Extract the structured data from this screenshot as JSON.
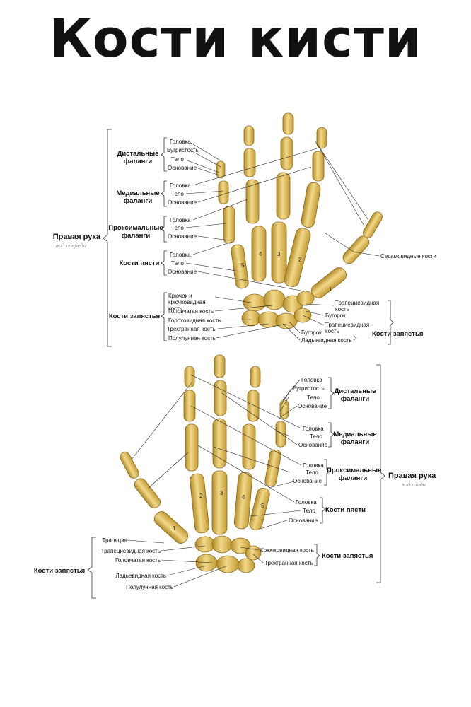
{
  "title": "Кости кисти",
  "colors": {
    "bone": "#e2c05a",
    "bone_dark": "#b38a26",
    "bone_light": "#f3de93",
    "line": "#222222"
  },
  "front": {
    "side_title": "Правая рука",
    "side_sub": "вид спереди",
    "distal": {
      "group": "Дистальные фаланги",
      "parts": [
        "Головка",
        "Бугристость",
        "Тело",
        "Основание"
      ]
    },
    "medial": {
      "group": "Медиальные фаланги",
      "parts": [
        "Головка",
        "Тело",
        "Основание"
      ]
    },
    "proximal": {
      "group": "Проксимальные фаланги",
      "parts": [
        "Головка",
        "Тело",
        "Основание"
      ]
    },
    "metacarpal": {
      "group": "Кости пясти",
      "parts": [
        "Головка",
        "Тело",
        "Основание"
      ]
    },
    "carpal": {
      "group": "Кости запястья",
      "parts": [
        "Крючок и крючковидная кость",
        "Головчатая кость",
        "Гороховидная кость",
        "Трехгранная кость",
        "Полулунная кость"
      ]
    },
    "right": {
      "sesamoid": "Сесамовидные кости",
      "trapezoid": "Трапециевидная кость",
      "tubercle": "Бугорок",
      "trapezium": "Трапециевидная кость",
      "group": "Кости запястья",
      "tubercle2": "Бугорок",
      "scaphoid": "Ладьевидная кость"
    },
    "numbers": [
      "1",
      "2",
      "3",
      "4",
      "5"
    ]
  },
  "back": {
    "side_title": "Правая рука",
    "side_sub": "вид сзади",
    "distal": {
      "group": "Дистальные фаланги",
      "parts": [
        "Головка",
        "Бугристость",
        "Тело",
        "Основание"
      ]
    },
    "medial": {
      "group": "Медиальные фаланги",
      "parts": [
        "Головка",
        "Тело",
        "Основание"
      ]
    },
    "proximal": {
      "group": "Проксимальные фаланги",
      "parts": [
        "Головка",
        "Тело",
        "Основание"
      ]
    },
    "metacarpal": {
      "group": "Кости пясти",
      "parts": [
        "Головка",
        "Тело",
        "Основание"
      ]
    },
    "carpal_right": {
      "group": "Кости запястья",
      "parts": [
        "Крючковидная кость",
        "Трехгранная кость"
      ]
    },
    "carpal_left": {
      "group": "Кости запястья",
      "parts": [
        "Трапеция",
        "Трапециевидная кость",
        "Головчатая кость",
        "Ладьевидная кость",
        "Полулунная кость"
      ]
    },
    "numbers": [
      "1",
      "2",
      "3",
      "4",
      "5"
    ]
  }
}
